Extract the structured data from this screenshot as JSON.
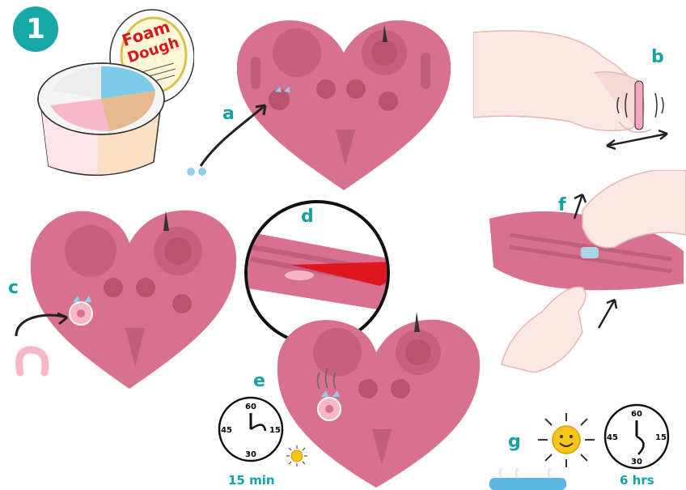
{
  "step_number": "1",
  "product": {
    "brand_line1": "Foam",
    "brand_line2": "Dough"
  },
  "labels": {
    "a": "a",
    "b": "b",
    "c": "c",
    "d": "d",
    "e": "e",
    "f": "f",
    "g": "g"
  },
  "timers": {
    "e": {
      "n60": "60",
      "n45": "45",
      "n15": "15",
      "n30": "30",
      "caption": "15 min"
    },
    "g": {
      "n60": "60",
      "n45": "45",
      "n15": "15",
      "n30": "30",
      "caption": "6 hrs"
    }
  },
  "colors": {
    "accent": "#16a1a5",
    "mold": "#d8708f",
    "mold_dark": "#b9546f",
    "dough_pink": "#f6b8c8",
    "dough_blue": "#8fd0ea",
    "tool_red": "#e0161e"
  },
  "icons": [
    "clock-icon",
    "sun-icon",
    "arrow-icon",
    "hand-illustration",
    "heart-mold-illustration",
    "dough-tub-illustration"
  ]
}
